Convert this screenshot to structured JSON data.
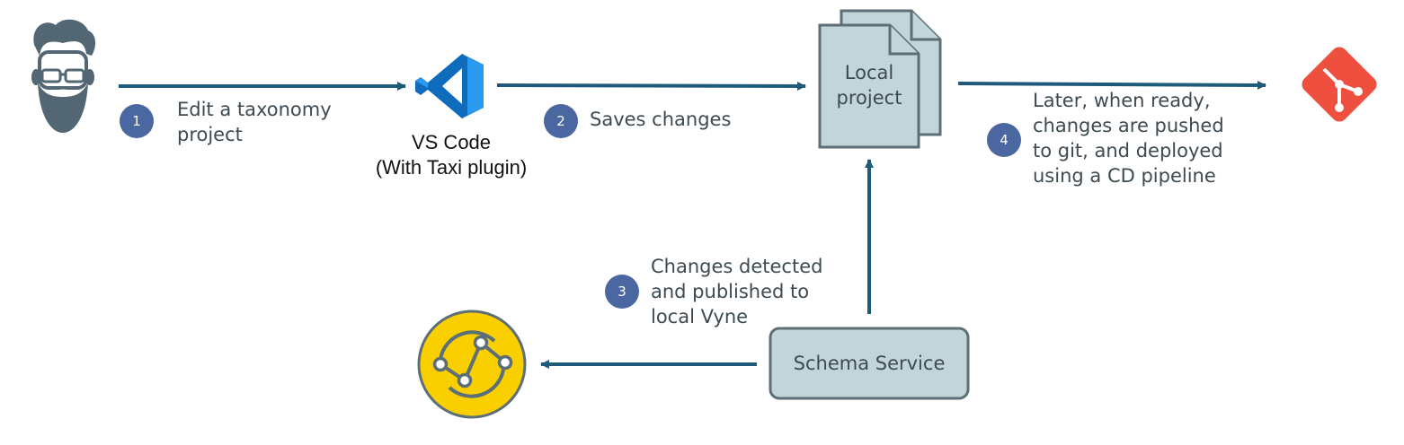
{
  "steps": [
    {
      "number": "1",
      "lines": [
        "Edit a taxonomy",
        "project"
      ]
    },
    {
      "number": "2",
      "lines": [
        "Saves changes"
      ]
    },
    {
      "number": "3",
      "lines": [
        "Changes detected",
        "and published to",
        "local Vyne"
      ]
    },
    {
      "number": "4",
      "lines": [
        "Later, when ready,",
        "changes are pushed",
        "to git, and deployed",
        "using a CD pipeline"
      ]
    }
  ],
  "nodes": {
    "vscode": {
      "label_line1": "VS Code",
      "label_line2": "(With Taxi plugin)"
    },
    "local_project": {
      "line1": "Local",
      "line2": "project"
    },
    "schema_service": {
      "label": "Schema Service"
    }
  },
  "icons": {
    "developer": "developer-avatar-icon",
    "vscode": "vscode-icon",
    "local_project": "documents-icon",
    "git": "git-icon",
    "vyne": "vyne-icon"
  },
  "colors": {
    "arrow": "#1e5a7a",
    "badge": "#4a67a1",
    "box_fill": "#c2d5db",
    "box_stroke": "#5c6e76",
    "git": "#ee4f3e",
    "vyne": "#f9cf00",
    "vscode": "#1a7fd4",
    "avatar": "#526773"
  }
}
